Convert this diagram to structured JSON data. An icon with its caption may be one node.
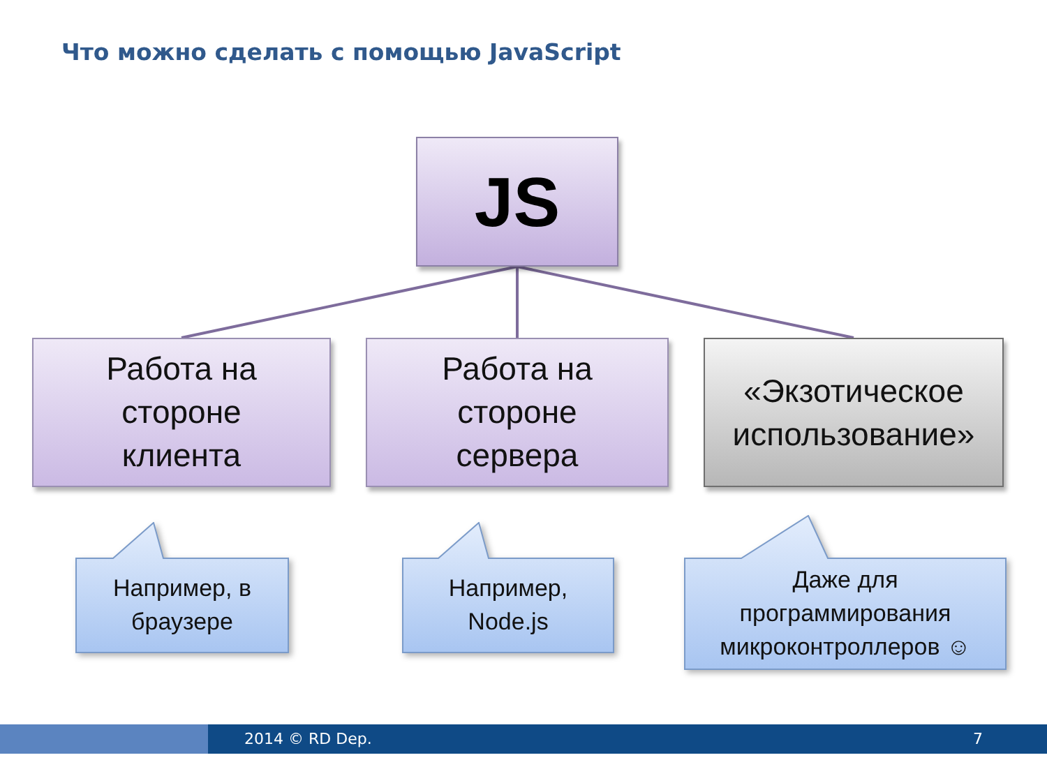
{
  "diagram": {
    "title": "Что можно сделать с помощью JavaScript",
    "nodes": [
      {
        "text": [
          "JS"
        ]
      },
      {
        "text": [
          "Работа на стороне клиента"
        ]
      },
      {
        "text": [
          "Работа на стороне сервера"
        ]
      },
      {
        "text": [
          "«Экзотическое использование»"
        ]
      },
      {
        "text": [
          "Например, в браузере"
        ]
      },
      {
        "text": [
          "Например, Node.js"
        ]
      },
      {
        "text": [
          "Даже для программирования микроконтроллеров ☺"
        ]
      }
    ],
    "edges": [
      {
        "from": 0,
        "to": 1,
        "arrow": "none"
      },
      {
        "from": 0,
        "to": 2,
        "arrow": "none"
      },
      {
        "from": 0,
        "to": 3,
        "arrow": "none"
      }
    ],
    "labels": [
      "2014 © RD Dep.",
      "7"
    ]
  }
}
